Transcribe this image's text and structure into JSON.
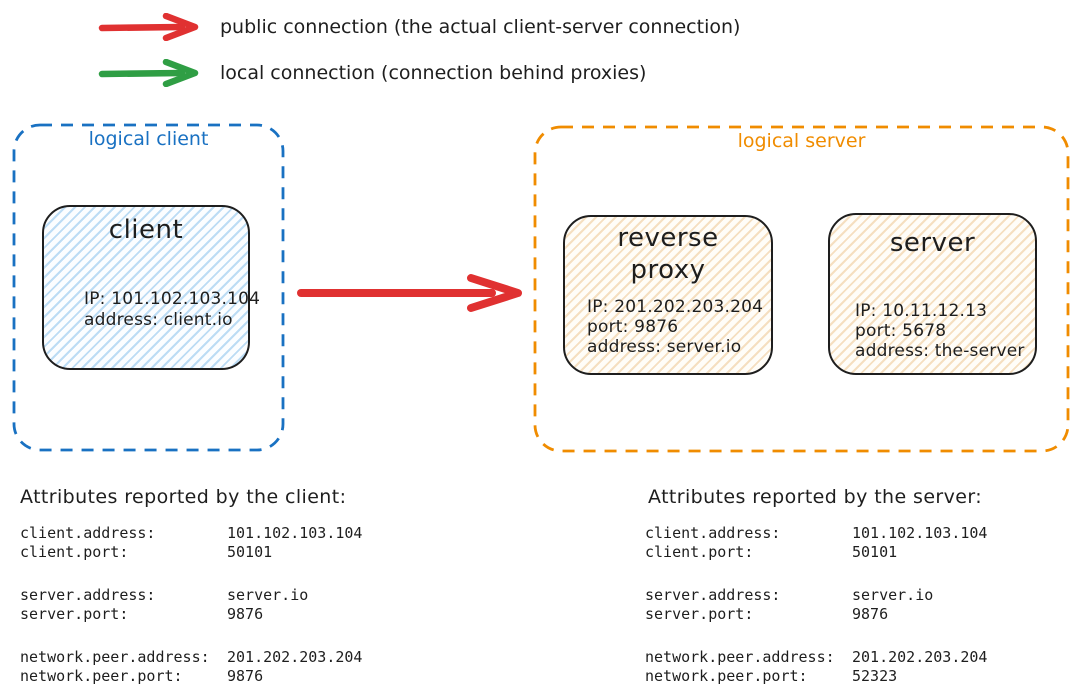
{
  "palette": {
    "ink": "#1e1e1e",
    "blue": "#1971c2",
    "orange": "#f08c00",
    "red": "#e03131",
    "green": "#2f9e44",
    "client_fill": "#a5d8ff",
    "server_fill": "#ffd8a8"
  },
  "legend": {
    "items": [
      {
        "label": "public connection (the actual client-server connection)",
        "color": "#e03131"
      },
      {
        "label": "local connection (connection behind proxies)",
        "color": "#2f9e44"
      }
    ]
  },
  "diagram": {
    "connection_color": "#e03131",
    "logical_client": {
      "label": "logical client",
      "border_color": "#1971c2",
      "nodes": [
        {
          "title": "client",
          "lines": [
            "IP: 101.102.103.104",
            "address: client.io"
          ]
        }
      ]
    },
    "logical_server": {
      "label": "logical server",
      "border_color": "#f08c00",
      "nodes": [
        {
          "title": "reverse proxy",
          "lines": [
            "IP: 201.202.203.204",
            "port: 9876",
            "address: server.io"
          ]
        },
        {
          "title": "server",
          "lines": [
            "IP: 10.11.12.13",
            "port: 5678",
            "address: the-server"
          ]
        }
      ]
    }
  },
  "client_attributes": {
    "heading": "Attributes reported by the client:",
    "groups": [
      [
        {
          "key": "client.address:",
          "value": "101.102.103.104"
        },
        {
          "key": "client.port:",
          "value": "50101"
        }
      ],
      [
        {
          "key": "server.address:",
          "value": "server.io"
        },
        {
          "key": "server.port:",
          "value": "9876"
        }
      ],
      [
        {
          "key": "network.peer.address:",
          "value": "201.202.203.204"
        },
        {
          "key": "network.peer.port:",
          "value": "9876"
        }
      ]
    ]
  },
  "server_attributes": {
    "heading": "Attributes reported by the server:",
    "groups": [
      [
        {
          "key": "client.address:",
          "value": "101.102.103.104"
        },
        {
          "key": "client.port:",
          "value": "50101"
        }
      ],
      [
        {
          "key": "server.address:",
          "value": "server.io"
        },
        {
          "key": "server.port:",
          "value": "9876"
        }
      ],
      [
        {
          "key": "network.peer.address:",
          "value": "201.202.203.204"
        },
        {
          "key": "network.peer.port:",
          "value": "52323"
        }
      ]
    ]
  }
}
